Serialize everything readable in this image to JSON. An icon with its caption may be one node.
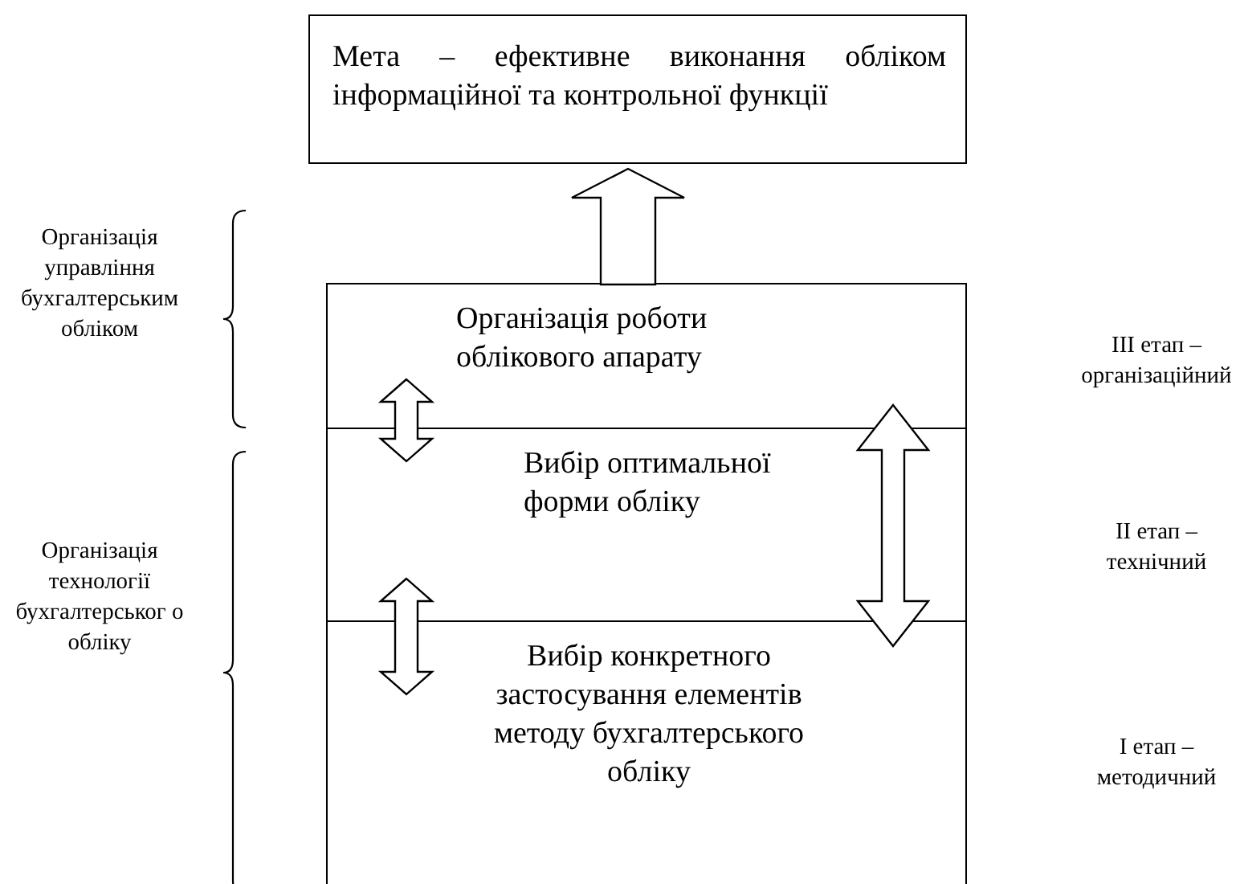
{
  "diagram": {
    "nodes": [
      {
        "text": [
          "Мета – ефективне виконання обліком інформаційної та контрольної функції"
        ]
      },
      {
        "text": [
          "Організація роботи облікового апарату"
        ]
      },
      {
        "text": [
          "Вибір оптимальної форми обліку"
        ]
      },
      {
        "text": [
          "Вибір конкретного застосування елементів методу бухгалтерського обліку"
        ]
      }
    ],
    "edges": [
      {
        "from": 1,
        "to": 0,
        "arrow": "to"
      },
      {
        "from": 1,
        "to": 2,
        "arrow": "both"
      },
      {
        "from": 2,
        "to": 3,
        "arrow": "both"
      },
      {
        "from": 1,
        "to": 3,
        "arrow": "both"
      }
    ],
    "labels": [
      "Організація управління бухгалтерським обліком",
      "III етап – організаційний",
      "II етап – технічний",
      "Організація технології бухгалтерськог о обліку",
      "I етап – методичний"
    ]
  }
}
